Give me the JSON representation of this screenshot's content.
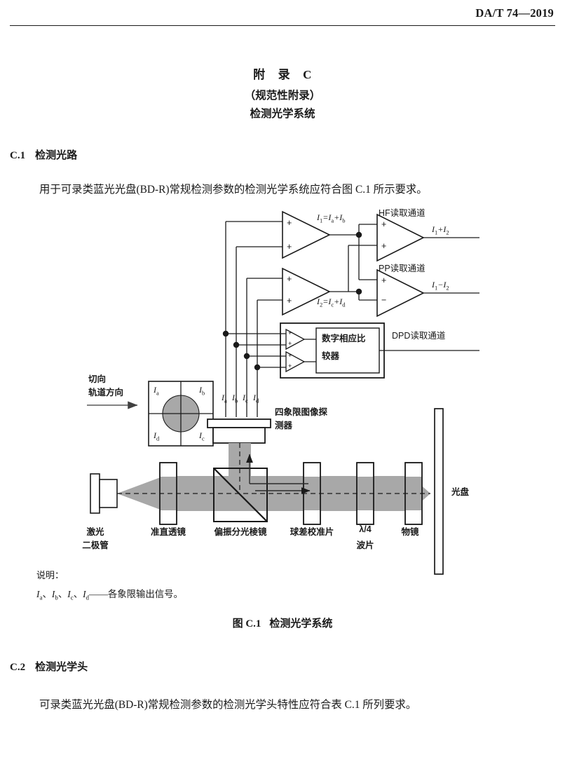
{
  "header": {
    "standard_no": "DA/T 74—2019"
  },
  "annex": {
    "line1_pre": "附",
    "line1_post": "录",
    "line1_letter": "C",
    "line2": "（规范性附录）",
    "line3": "检测光学系统"
  },
  "sections": [
    {
      "number": "C.1",
      "title": "检测光路",
      "body": "用于可录类蓝光光盘(BD-R)常规检测参数的检测光学系统应符合图 C.1 所示要求。"
    },
    {
      "number": "C.2",
      "title": "检测光学头",
      "body": "可录类蓝光光盘(BD-R)常规检测参数的检测光学头特性应符合表 C.1 所列要求。"
    }
  ],
  "figure": {
    "caption_num": "图 C.1",
    "caption_title": "检测光学系统",
    "notes_label": "说明：",
    "notes_text": "Ia、Ib、Ic、Id——各象限输出信号。",
    "channels": {
      "hf": "HF读取通道",
      "pp": "PP读取通道",
      "dpd": "DPD读取通道"
    },
    "equations": {
      "sum1": "I1=Ia+Ib",
      "sum2": "I2=Ic+Id",
      "hf_out": "I1+I2",
      "pp_out": "I1−I2"
    },
    "dpd_block": {
      "line1": "数字相应比",
      "line2": "较器"
    },
    "quadrant": {
      "direction_line1": "切向",
      "direction_line2": "轨道方向",
      "q_top_left": "Ia",
      "q_top_right": "Ib",
      "q_bottom_left": "Id",
      "q_bottom_right": "Ic"
    },
    "detector": {
      "line1": "四象限图像探",
      "line2": "测器"
    },
    "signal_lines": [
      "Ia",
      "Ib",
      "Ic",
      "Id"
    ],
    "optics": {
      "laser_line1": "激光",
      "laser_line2": "二极管",
      "collimator": "准直透镜",
      "beam_splitter": "偏振分光棱镜",
      "spherical_corrector": "球差校准片",
      "waveplate_line1": "λ/4",
      "waveplate_line2": "波片",
      "objective": "物镜",
      "disc": "光盘"
    },
    "amp_signs": {
      "plus": "+",
      "minus": "−"
    },
    "colors": {
      "ink": "#1a1a1a",
      "beam_gray": "#9e9e9e",
      "line": "#333333"
    }
  }
}
